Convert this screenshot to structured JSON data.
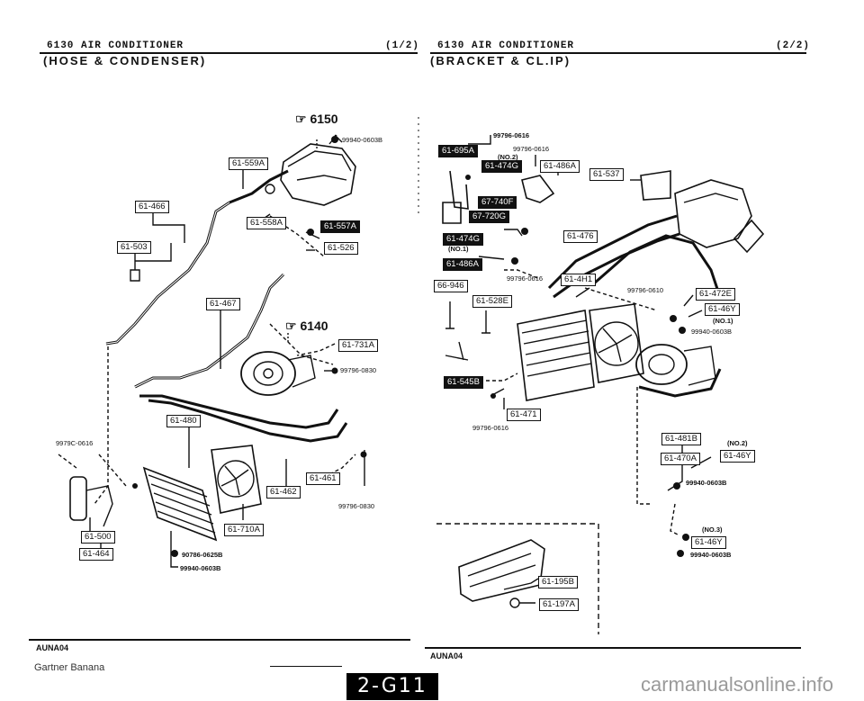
{
  "left_panel": {
    "header": "6130    AIR CONDITIONER",
    "page": "(1/2)",
    "subtitle": "(HOSE & CONDENSER)",
    "ref_top": "6150",
    "ref_mid": "6140",
    "ref_top_marker": "☞",
    "ref_mid_marker": "☞",
    "boxes": [
      "61-559A",
      "61-466",
      "61-558A",
      "61-557A",
      "61-526",
      "61-503",
      "61-467",
      "61-731A",
      "61-480",
      "61-461",
      "61-462",
      "61-710A",
      "61-500",
      "61-464"
    ],
    "part_numbers": [
      "99940-0603B",
      "99796-0830",
      "9979C-0616",
      "99796-0830",
      "90786-0625B",
      "99940-0603B"
    ]
  },
  "right_panel": {
    "header": "6130    AIR CONDITIONER",
    "page": "(2/2)",
    "subtitle": "(BRACKET & CL.IP)",
    "boxes": [
      "61-695A",
      "61-474G",
      "61-486A",
      "61-537",
      "67-740F",
      "67-720G",
      "61-474G",
      "61-476",
      "61-486A",
      "66-946",
      "61-4H1",
      "61-528E",
      "61-472E",
      "61-46Y",
      "61-545B",
      "61-471",
      "61-481B",
      "61-470A",
      "61-46Y",
      "61-46Y",
      "61-195B",
      "61-197A"
    ],
    "part_numbers": [
      "99796-0616",
      "99796-0616",
      "99796-0616",
      "99796-0610",
      "99940-0603B",
      "99796-0616",
      "99940-0603B",
      "99940-0603B"
    ],
    "no_labels": [
      "(NO.2)",
      "(NO.1)",
      "(NO.1)",
      "(NO.2)",
      "(NO.3)"
    ]
  },
  "footer": {
    "left_code": "AUNA04",
    "right_code": "AUNA04",
    "note": "Gartner Banana",
    "page_badge": "2-G11",
    "watermark": "carmanualsonline.info"
  }
}
